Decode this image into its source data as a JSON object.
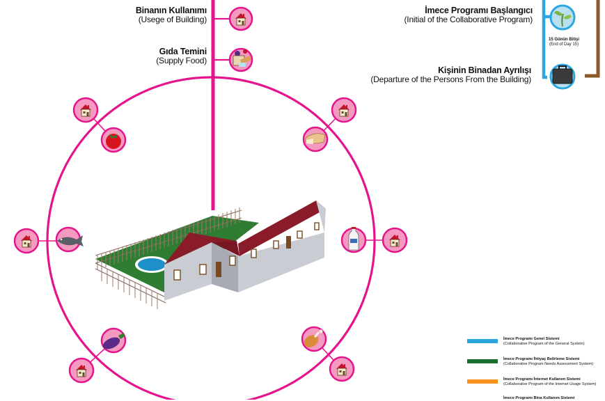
{
  "labels": {
    "usage": {
      "title": "Binanın Kullanımı",
      "subtitle": "(Usege of Building)"
    },
    "food": {
      "title": "Gıda Temini",
      "subtitle": "(Supply Food)"
    },
    "initial": {
      "title": "İmece Programı Başlangıcı",
      "subtitle": "(Initial of the Collaborative Program)"
    },
    "departure": {
      "title": "Kişinin Binadan Ayrılışı",
      "subtitle": "(Departure of the Persons From the Building)"
    },
    "day15": {
      "title": "15 Günün Bitişi",
      "subtitle": "(End of Day 15)"
    }
  },
  "legend": [
    {
      "title": "İmece Programı Genel Sistemi",
      "subtitle": "(Collaborative Program of the General System)",
      "color": "#2aa7e0"
    },
    {
      "title": "İmece Programı İhtiyaç Belirleme Sistemi",
      "subtitle": "(Collaborative Program Needs Assessment System)",
      "color": "#1b6e2e"
    },
    {
      "title": "İmece Programı İnternet Kullanım Sistemi",
      "subtitle": "(Collaborative Program of the Internet Usage System)",
      "color": "#f7941d"
    },
    {
      "title": "İmece Programı Bina Kullanım Sistemi",
      "subtitle": "",
      "color": "#7a4a1e"
    }
  ],
  "colors": {
    "magenta": "#e5138c",
    "pink_fill": "#f49ac1",
    "blue": "#2aa7e0",
    "brown": "#8a5a2b"
  },
  "icons": [
    "house-icon",
    "food-bag-icon",
    "sprout-icon",
    "suitcase-icon",
    "tomato-icon",
    "bread-icon",
    "fish-icon",
    "milk-bottle-icon",
    "eggplant-icon",
    "chicken-leg-icon"
  ]
}
